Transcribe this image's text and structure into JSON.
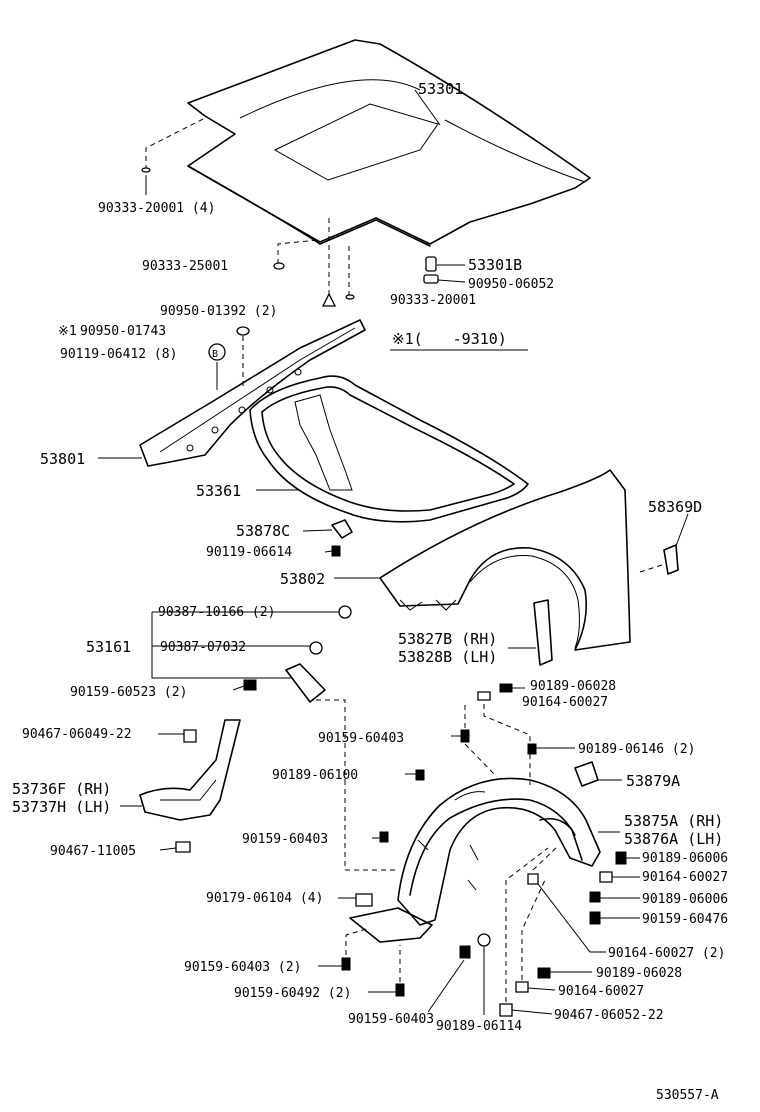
{
  "labels": {
    "hood": "53301",
    "hood_screw_left": "90333-20001 (4)",
    "hood_screw_mid": "90333-25001",
    "hood_bumper": "53301B",
    "hood_clip": "90950-06052",
    "hood_screw_right": "90333-20001",
    "clip_01392": "90950-01392 (2)",
    "clip_01743_mark": "※1",
    "clip_01743": "90950-01743",
    "clip_06412": "90119-06412 (8)",
    "clip_06412_badge": "B",
    "note": "※1(　　-9310)",
    "fender_lh": "53801",
    "seal": "53361",
    "bracket_c": "53878C",
    "bolt_06614": "90119-06614",
    "fender_rh": "53802",
    "bracket_d": "58369D",
    "screw_10166": "90387-10166 (2)",
    "group_53161": "53161",
    "screw_07032": "90387-07032",
    "screw_60523": "90159-60523 (2)",
    "liner_b_rh": "53827B (RH)",
    "liner_b_lh": "53828B (LH)",
    "bolt_06028_top": "90189-06028",
    "clip_60027_top": "90164-60027",
    "clip_06049": "90467-06049-22",
    "screw_60403_a": "90159-60403",
    "bolt_06146": "90189-06146 (2)",
    "bolt_06100": "90189-06100",
    "bracket_a": "53879A",
    "shield_rh": "53736F (RH)",
    "shield_lh": "53737H (LH)",
    "liner_rh": "53875A (RH)",
    "liner_lh": "53876A (LH)",
    "screw_60403_b": "90159-60403",
    "clip_11005": "90467-11005",
    "bolt_06006_a": "90189-06006",
    "clip_60027_mid": "90164-60027",
    "nut_06104": "90179-06104 (4)",
    "bolt_06006_b": "90189-06006",
    "screw_60476": "90159-60476",
    "clip_60027_2": "90164-60027 (2)",
    "screw_60403_c": "90159-60403 (2)",
    "bolt_06028_bot": "90189-06028",
    "screw_60492": "90159-60492 (2)",
    "clip_60027_bot": "90164-60027",
    "screw_60403_d": "90159-60403",
    "clip_06052_22": "90467-06052-22",
    "bolt_06114": "90189-06114",
    "ref_id": "530557-A"
  }
}
